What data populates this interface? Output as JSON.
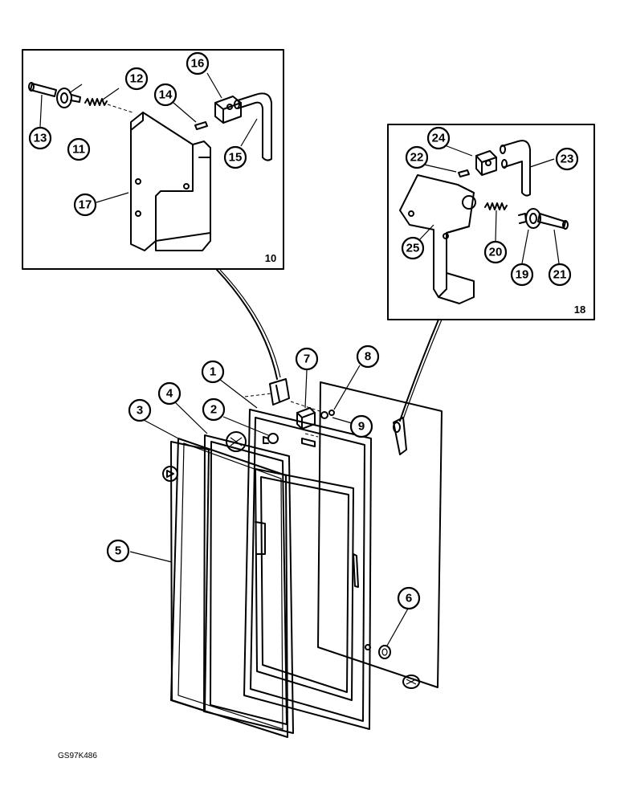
{
  "callouts": [
    {
      "id": "c1",
      "label": "1"
    },
    {
      "id": "c2",
      "label": "2"
    },
    {
      "id": "c3",
      "label": "3"
    },
    {
      "id": "c4",
      "label": "4"
    },
    {
      "id": "c5",
      "label": "5"
    },
    {
      "id": "c6",
      "label": "6"
    },
    {
      "id": "c7",
      "label": "7"
    },
    {
      "id": "c8",
      "label": "8"
    },
    {
      "id": "c9",
      "label": "9"
    },
    {
      "id": "c11",
      "label": "11"
    },
    {
      "id": "c12",
      "label": "12"
    },
    {
      "id": "c13",
      "label": "13"
    },
    {
      "id": "c14",
      "label": "14"
    },
    {
      "id": "c15",
      "label": "15"
    },
    {
      "id": "c16",
      "label": "16"
    },
    {
      "id": "c17",
      "label": "17"
    },
    {
      "id": "c19",
      "label": "19"
    },
    {
      "id": "c20",
      "label": "20"
    },
    {
      "id": "c21",
      "label": "21"
    },
    {
      "id": "c22",
      "label": "22"
    },
    {
      "id": "c23",
      "label": "23"
    },
    {
      "id": "c24",
      "label": "24"
    },
    {
      "id": "c25",
      "label": "25"
    }
  ],
  "detail_boxes": {
    "left_label": "10",
    "right_label": "18"
  },
  "drawing_code": "GS97K486"
}
